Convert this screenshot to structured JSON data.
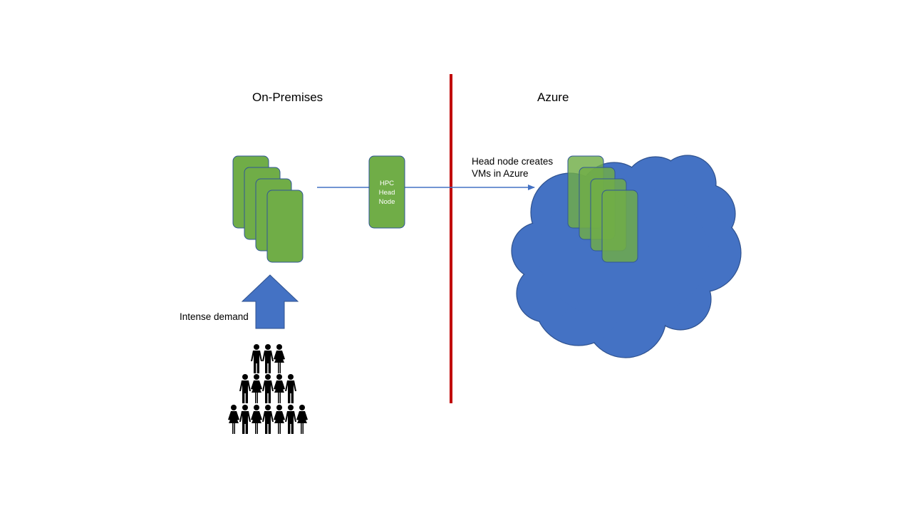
{
  "labels": {
    "on_premises": "On-Premises",
    "azure": "Azure",
    "head_node_caption_line1": "Head node creates",
    "head_node_caption_line2": "VMs in Azure",
    "intense_demand": "Intense demand",
    "hpc_line1": "HPC",
    "hpc_line2": "Head",
    "hpc_line3": "Node"
  },
  "colors": {
    "server_fill": "#70ad47",
    "server_stroke": "#2f5597",
    "cloud_fill": "#4472c4",
    "cloud_stroke": "#2f528f",
    "arrow": "#4472c4",
    "divider": "#c00000",
    "people": "#000000"
  },
  "icons": [
    "server-stack-icon",
    "hpc-head-node-icon",
    "cloud-icon",
    "up-arrow-icon",
    "people-crowd-icon"
  ]
}
